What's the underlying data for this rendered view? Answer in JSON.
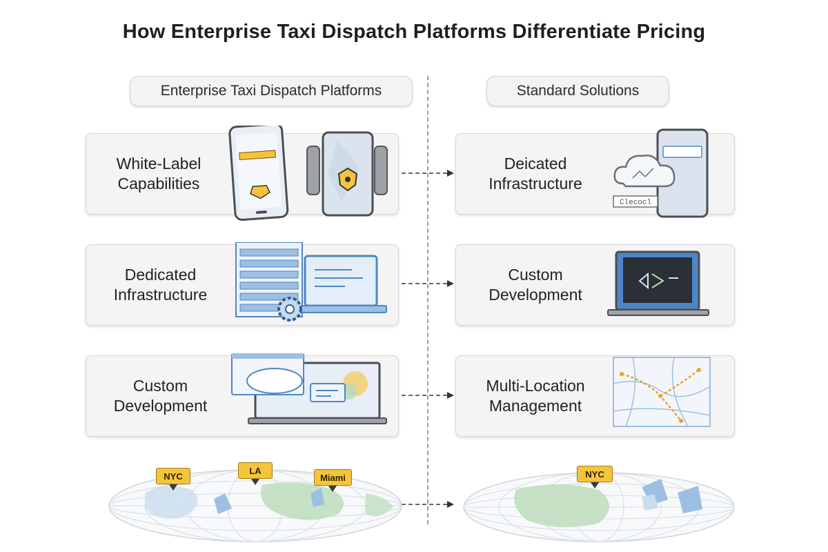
{
  "title": "How Enterprise Taxi Dispatch Platforms Differentiate Pricing",
  "columns": {
    "left": "Enterprise Taxi Dispatch Platforms",
    "right": "Standard Solutions"
  },
  "left_cards": [
    {
      "line1": "White-Label",
      "line2": "Capabilities"
    },
    {
      "line1": "Dedicated",
      "line2": "Infrastructure"
    },
    {
      "line1": "Custom",
      "line2": "Development"
    }
  ],
  "right_cards": [
    {
      "line1": "Deicated",
      "line2": "Infrastructure"
    },
    {
      "line1": "Custom",
      "line2": "Development"
    },
    {
      "line1": "Multi-Location",
      "line2": "Management"
    }
  ],
  "art_text": {
    "cloud_tag": "Clecocl"
  },
  "maps": {
    "left_pins": [
      "NYC",
      "LA",
      "Miami"
    ],
    "right_pins": [
      "NYC"
    ]
  },
  "colors": {
    "accent_yellow": "#f6c43a",
    "device_gray": "#6b6e72",
    "screen_blue": "#dbe8f5",
    "laptop_blue": "#4d86c6",
    "map_green": "#b9dbb8",
    "route_orange": "#f0a020"
  }
}
